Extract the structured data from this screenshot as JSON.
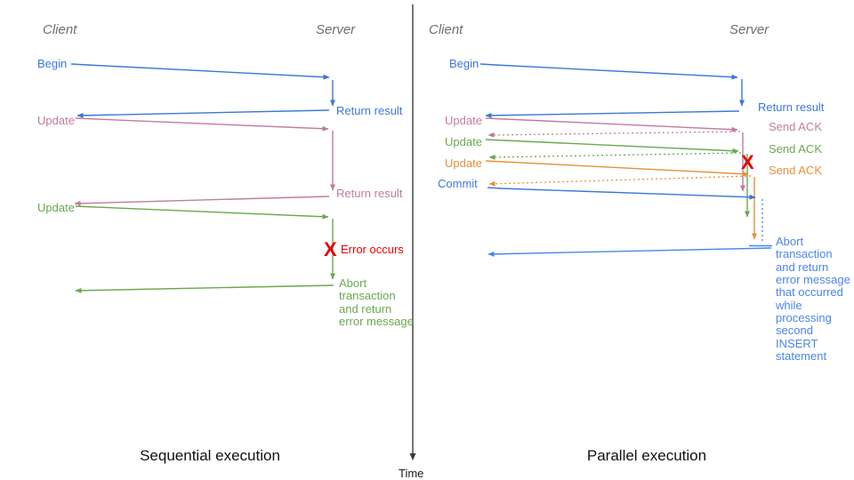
{
  "colors": {
    "blue": "#3c78d8",
    "light_blue": "#4a86e8",
    "pink": "#c27ba0",
    "green": "#6aa84f",
    "orange": "#e69138",
    "red": "#e60000",
    "header_gray": "#6e6e6e",
    "axis_dark": "#3c3c3c"
  },
  "time_axis": {
    "label": "Time"
  },
  "left_panel": {
    "caption": "Sequential execution",
    "client_header": "Client",
    "server_header": "Server",
    "begin_label": "Begin",
    "return_result_1": "Return result",
    "update_1_label": "Update",
    "return_result_2": "Return result",
    "update_2_label": "Update",
    "error_x": "X",
    "error_label": "Error occurs",
    "abort_lines": [
      "Abort",
      "transaction",
      "and return",
      "error message"
    ]
  },
  "right_panel": {
    "caption": "Parallel execution",
    "client_header": "Client",
    "server_header": "Server",
    "begin_label": "Begin",
    "return_result": "Return result",
    "update_1_label": "Update",
    "send_ack_1": "Send ACK",
    "update_2_label": "Update",
    "send_ack_2": "Send ACK",
    "update_3_label": "Update",
    "send_ack_3": "Send ACK",
    "commit_label": "Commit",
    "error_x": "X",
    "abort_lines": [
      "Abort",
      "transaction",
      "and return",
      "error message",
      "that occurred",
      "while",
      "processing",
      "second",
      "INSERT",
      "statement"
    ]
  }
}
